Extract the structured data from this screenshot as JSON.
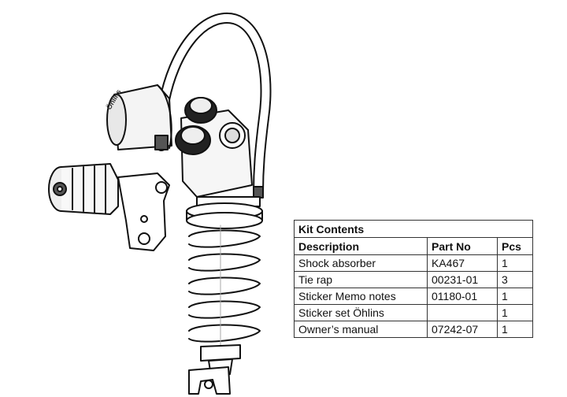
{
  "kit": {
    "title": "Kit Contents",
    "headers": [
      "Description",
      "Part No",
      "Pcs"
    ],
    "rows": [
      [
        "Shock absorber",
        "KA467",
        "1"
      ],
      [
        "Tie rap",
        "00231-01",
        "3"
      ],
      [
        "Sticker Memo notes",
        "01180-01",
        "1"
      ],
      [
        "Sticker set Öhlins",
        "",
        "1"
      ],
      [
        "Owner’s manual",
        "07242-07",
        "1"
      ]
    ]
  },
  "logo_text": "Öhlins"
}
